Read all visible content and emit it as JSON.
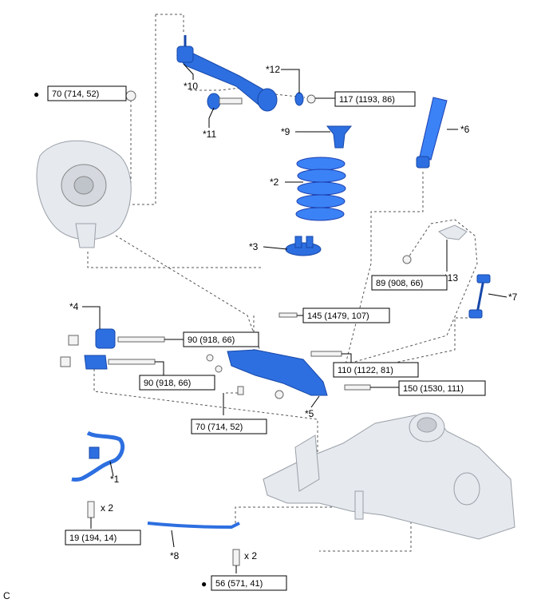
{
  "labels": {
    "p1": "*1",
    "p2": "*2",
    "p3": "*3",
    "p4": "*4",
    "p5": "*5",
    "p6": "*6",
    "p7": "*7",
    "p8": "*8",
    "p9": "*9",
    "p10": "*10",
    "p11": "*11",
    "p12": "*12",
    "p13": "*13"
  },
  "torques": {
    "t1": "70 (714, 52)",
    "t2": "117 (1193, 86)",
    "t3": "89 (908, 66)",
    "t4": "145 (1479, 107)",
    "t5": "90 (918, 66)",
    "t6": "90 (918, 66)",
    "t7": "110 (1122, 81)",
    "t8": "150 (1530, 111)",
    "t9": "70 (714, 52)",
    "t10": "19 (194, 14)",
    "t11": "56 (571, 41)"
  },
  "quantities": {
    "q1": "x 2",
    "q2": "x 2"
  },
  "markers": {
    "m1": "●",
    "m2": "●"
  },
  "corner": "C",
  "colors": {
    "part": "#2d6fe0",
    "outline": "#1747a8",
    "chassis": "#e6e9ee"
  }
}
